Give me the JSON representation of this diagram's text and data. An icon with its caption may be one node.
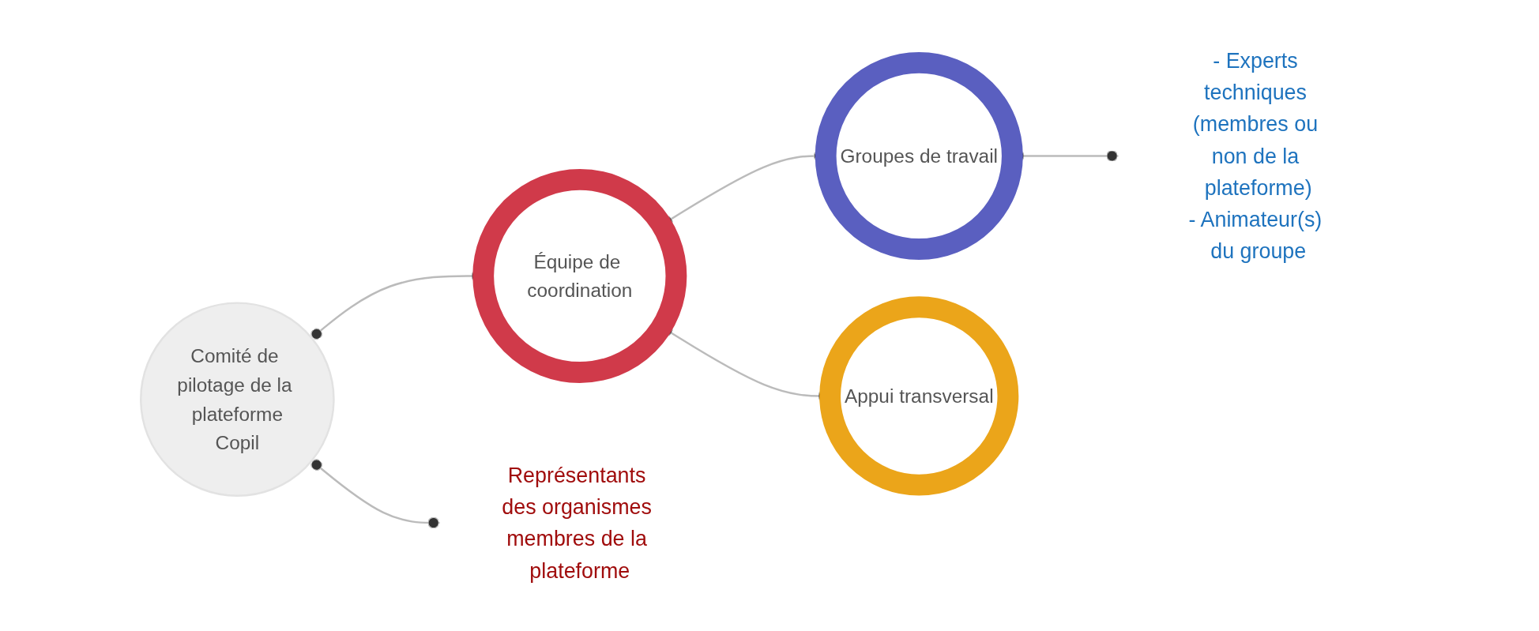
{
  "diagram": {
    "nodes": [
      {
        "text": [
          "Comité de pilotage de la plateforme",
          "Copil"
        ]
      },
      {
        "text": [
          "Équipe de coordination"
        ]
      },
      {
        "text": [
          "Groupes de travail"
        ]
      },
      {
        "text": [
          "Appui transversal"
        ]
      },
      {
        "text": [
          "Représentants des organismes membres de la plateforme"
        ]
      },
      {
        "text": [
          "- Experts techniques (membres ou non de la plateforme)",
          "- Animateur(s) du groupe"
        ]
      }
    ],
    "edges": [
      {
        "from": 0,
        "to": 1,
        "arrow": "other"
      },
      {
        "from": 1,
        "to": 2,
        "arrow": "other"
      },
      {
        "from": 1,
        "to": 3,
        "arrow": "other"
      },
      {
        "from": 2,
        "to": 5,
        "arrow": "other"
      },
      {
        "from": 0,
        "to": 4,
        "arrow": "other"
      }
    ]
  }
}
